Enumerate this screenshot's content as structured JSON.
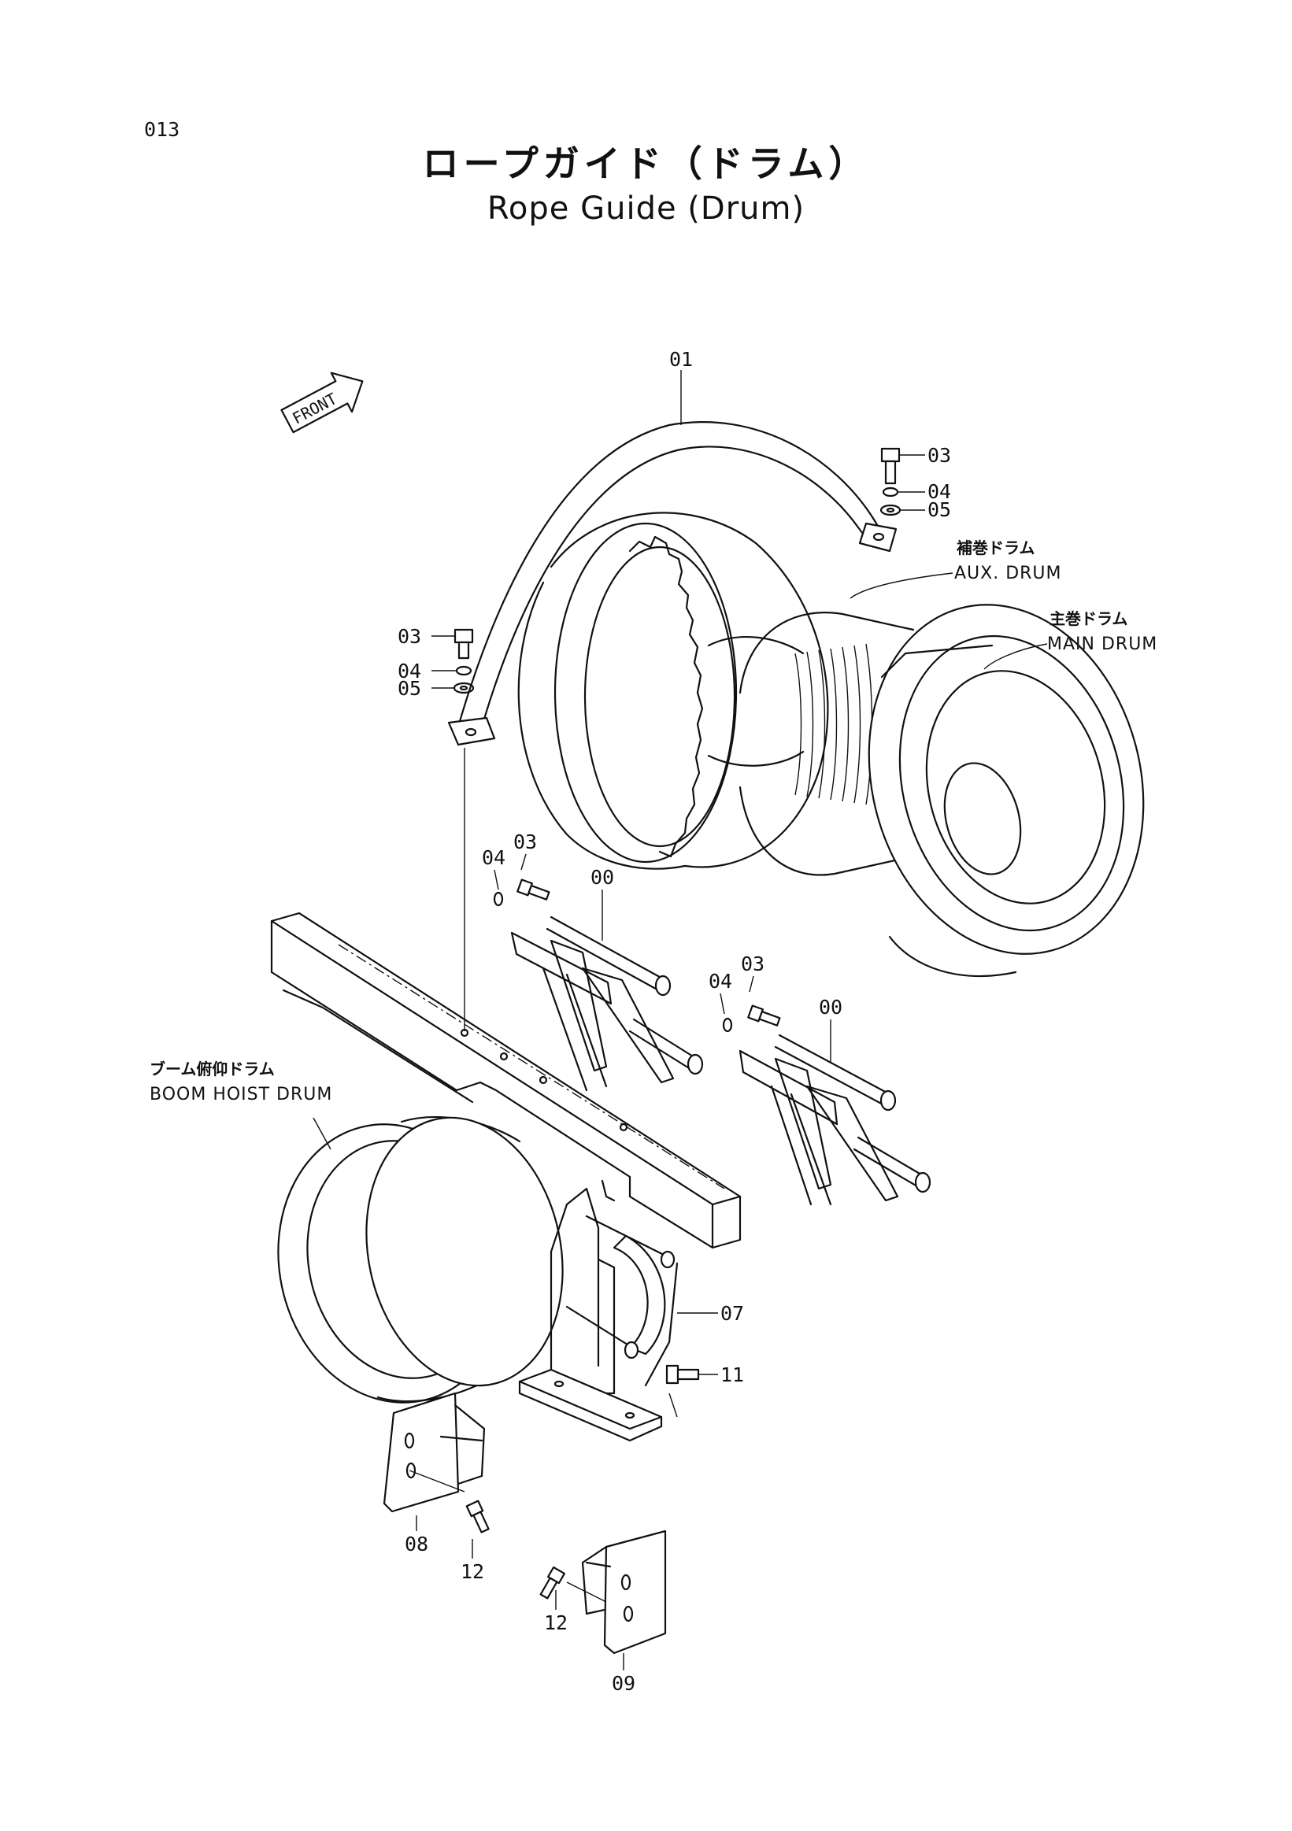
{
  "page_number": "013",
  "title": {
    "japanese": "ロープガイド（ドラム）",
    "english": "Rope Guide (Drum)"
  },
  "front_marker": "FRONT",
  "callouts": {
    "c01": "01",
    "c03_top": "03",
    "c04_top": "04",
    "c05_top": "05",
    "c03_left": "03",
    "c04_left": "04",
    "c05_left": "05",
    "c04_mid1": "04",
    "c03_mid1": "03",
    "c00_1": "00",
    "c04_mid2": "04",
    "c03_mid2": "03",
    "c00_2": "00",
    "c07": "07",
    "c11": "11",
    "c08": "08",
    "c12_a": "12",
    "c12_b": "12",
    "c09": "09"
  },
  "component_labels": {
    "aux_drum_jp": "補巻ドラム",
    "aux_drum_en": "AUX. DRUM",
    "main_drum_jp": "主巻ドラム",
    "main_drum_en": "MAIN DRUM",
    "boom_hoist_jp": "ブーム俯仰ドラム",
    "boom_hoist_en": "BOOM HOIST DRUM"
  }
}
